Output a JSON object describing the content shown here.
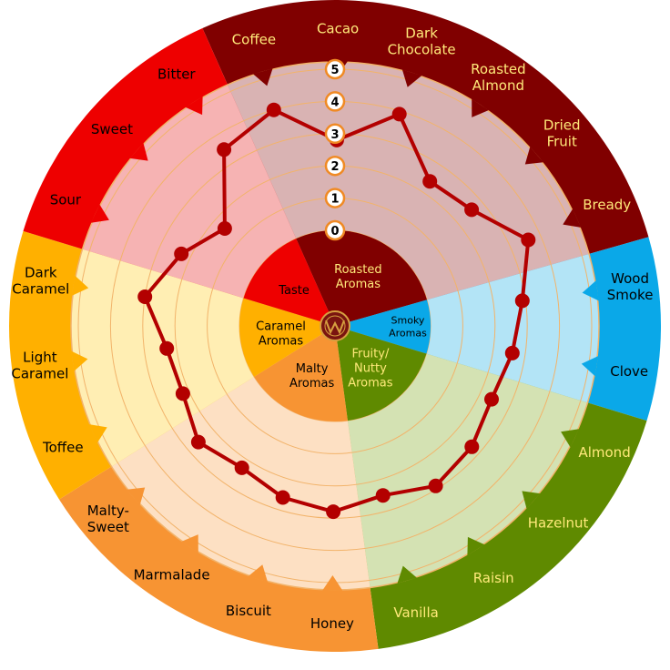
{
  "chart_data": {
    "type": "radar",
    "title": "",
    "scale": {
      "min": 0,
      "max": 5,
      "ticks": [
        "0",
        "1",
        "2",
        "3",
        "4",
        "5"
      ]
    },
    "categories": [
      {
        "name": "Roasted Aromas",
        "color": "#800000",
        "light": "#d9b3b3",
        "text": "#ffe97a",
        "attributes": [
          {
            "label": "Coffee",
            "value": 4.0
          },
          {
            "label": "Cacao",
            "value": 2.8
          },
          {
            "label": "Dark Chocolate",
            "value": 3.9
          },
          {
            "label": "Roasted Almond",
            "value": 2.4
          },
          {
            "label": "Dried Fruit",
            "value": 2.6
          },
          {
            "label": "Bready",
            "value": 3.6
          }
        ]
      },
      {
        "name": "Smoky Aromas",
        "color": "#0aa8e8",
        "light": "#b3e4f6",
        "text": "#000000",
        "attributes": [
          {
            "label": "Wood Smoke",
            "value": 2.9
          },
          {
            "label": "Clove",
            "value": 2.6
          }
        ]
      },
      {
        "name": "Fruity/ Nutty Aromas",
        "color": "#5f8a00",
        "light": "#d4e2b3",
        "text": "#ffe97a",
        "attributes": [
          {
            "label": "Almond",
            "value": 2.4
          },
          {
            "label": "Hazelnut",
            "value": 2.7
          },
          {
            "label": "Raisin",
            "value": 2.9
          },
          {
            "label": "Vanilla",
            "value": 2.5
          }
        ]
      },
      {
        "name": "Malty Aromas",
        "color": "#f79433",
        "light": "#fde0c3",
        "text": "#000000",
        "attributes": [
          {
            "label": "Honey",
            "value": 2.8
          },
          {
            "label": "Biscuit",
            "value": 2.6
          },
          {
            "label": "Marmalade",
            "value": 2.3
          },
          {
            "label": "Malty- Sweet",
            "value": 2.6
          }
        ]
      },
      {
        "name": "Caramel Aromas",
        "color": "#ffb000",
        "light": "#ffeeb3",
        "text": "#000000",
        "attributes": [
          {
            "label": "Toffee",
            "value": 2.2
          },
          {
            "label": "Light Caramel",
            "value": 2.3
          },
          {
            "label": "Dark Caramel",
            "value": 3.0
          }
        ]
      },
      {
        "name": "Taste",
        "color": "#ee0000",
        "light": "#f6b3b3",
        "text": "#000000",
        "attributes": [
          {
            "label": "Sour",
            "value": 2.3
          },
          {
            "label": "Sweet",
            "value": 1.6
          },
          {
            "label": "Bitter",
            "value": 3.5
          }
        ]
      }
    ],
    "series": [
      {
        "name": "",
        "color": "#b30000"
      }
    ],
    "grid": true,
    "legend": "none"
  },
  "icons": {
    "center": "brand-emblem-icon",
    "tick_markers": "triangle-tick-icon"
  }
}
